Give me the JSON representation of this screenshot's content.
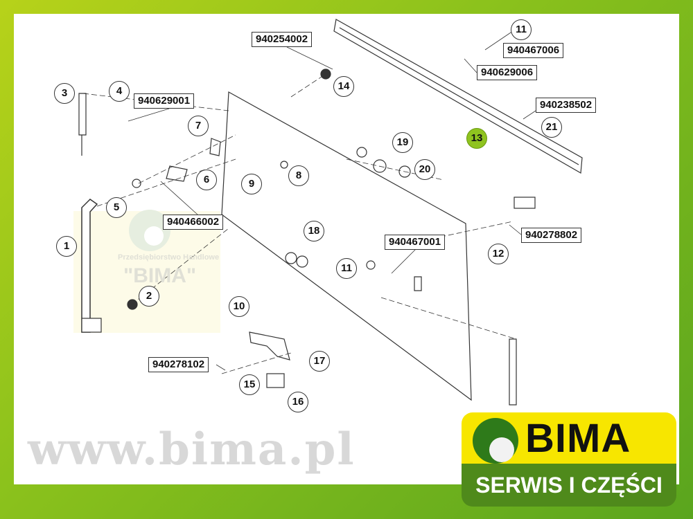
{
  "watermark": "www.bima.pl",
  "stamp": {
    "line1": "Przedsiębiorstwo Handlowe",
    "line2": "\"BIMA\""
  },
  "logo": {
    "brand": "BIMA",
    "tagline": "SERWIS I CZĘŚCI"
  },
  "colors": {
    "frame": "#8cc21c",
    "highlight": "#8fc31f",
    "logo_yellow": "#f7e600",
    "logo_green": "#4f8a1b"
  },
  "callouts": [
    "1",
    "2",
    "3",
    "4",
    "5",
    "6",
    "7",
    "8",
    "9",
    "10",
    "11",
    "12",
    "13",
    "14",
    "15",
    "16",
    "17",
    "18",
    "19",
    "20",
    "21"
  ],
  "part_numbers": {
    "p940254002": "940254002",
    "p940629001": "940629001",
    "p940466002": "940466002",
    "p940467006": "940467006",
    "p940629006": "940629006",
    "p940238502": "940238502",
    "p940278802": "940278802",
    "p940467001": "940467001",
    "p940278102": "940278102"
  },
  "highlighted_callout": "13"
}
